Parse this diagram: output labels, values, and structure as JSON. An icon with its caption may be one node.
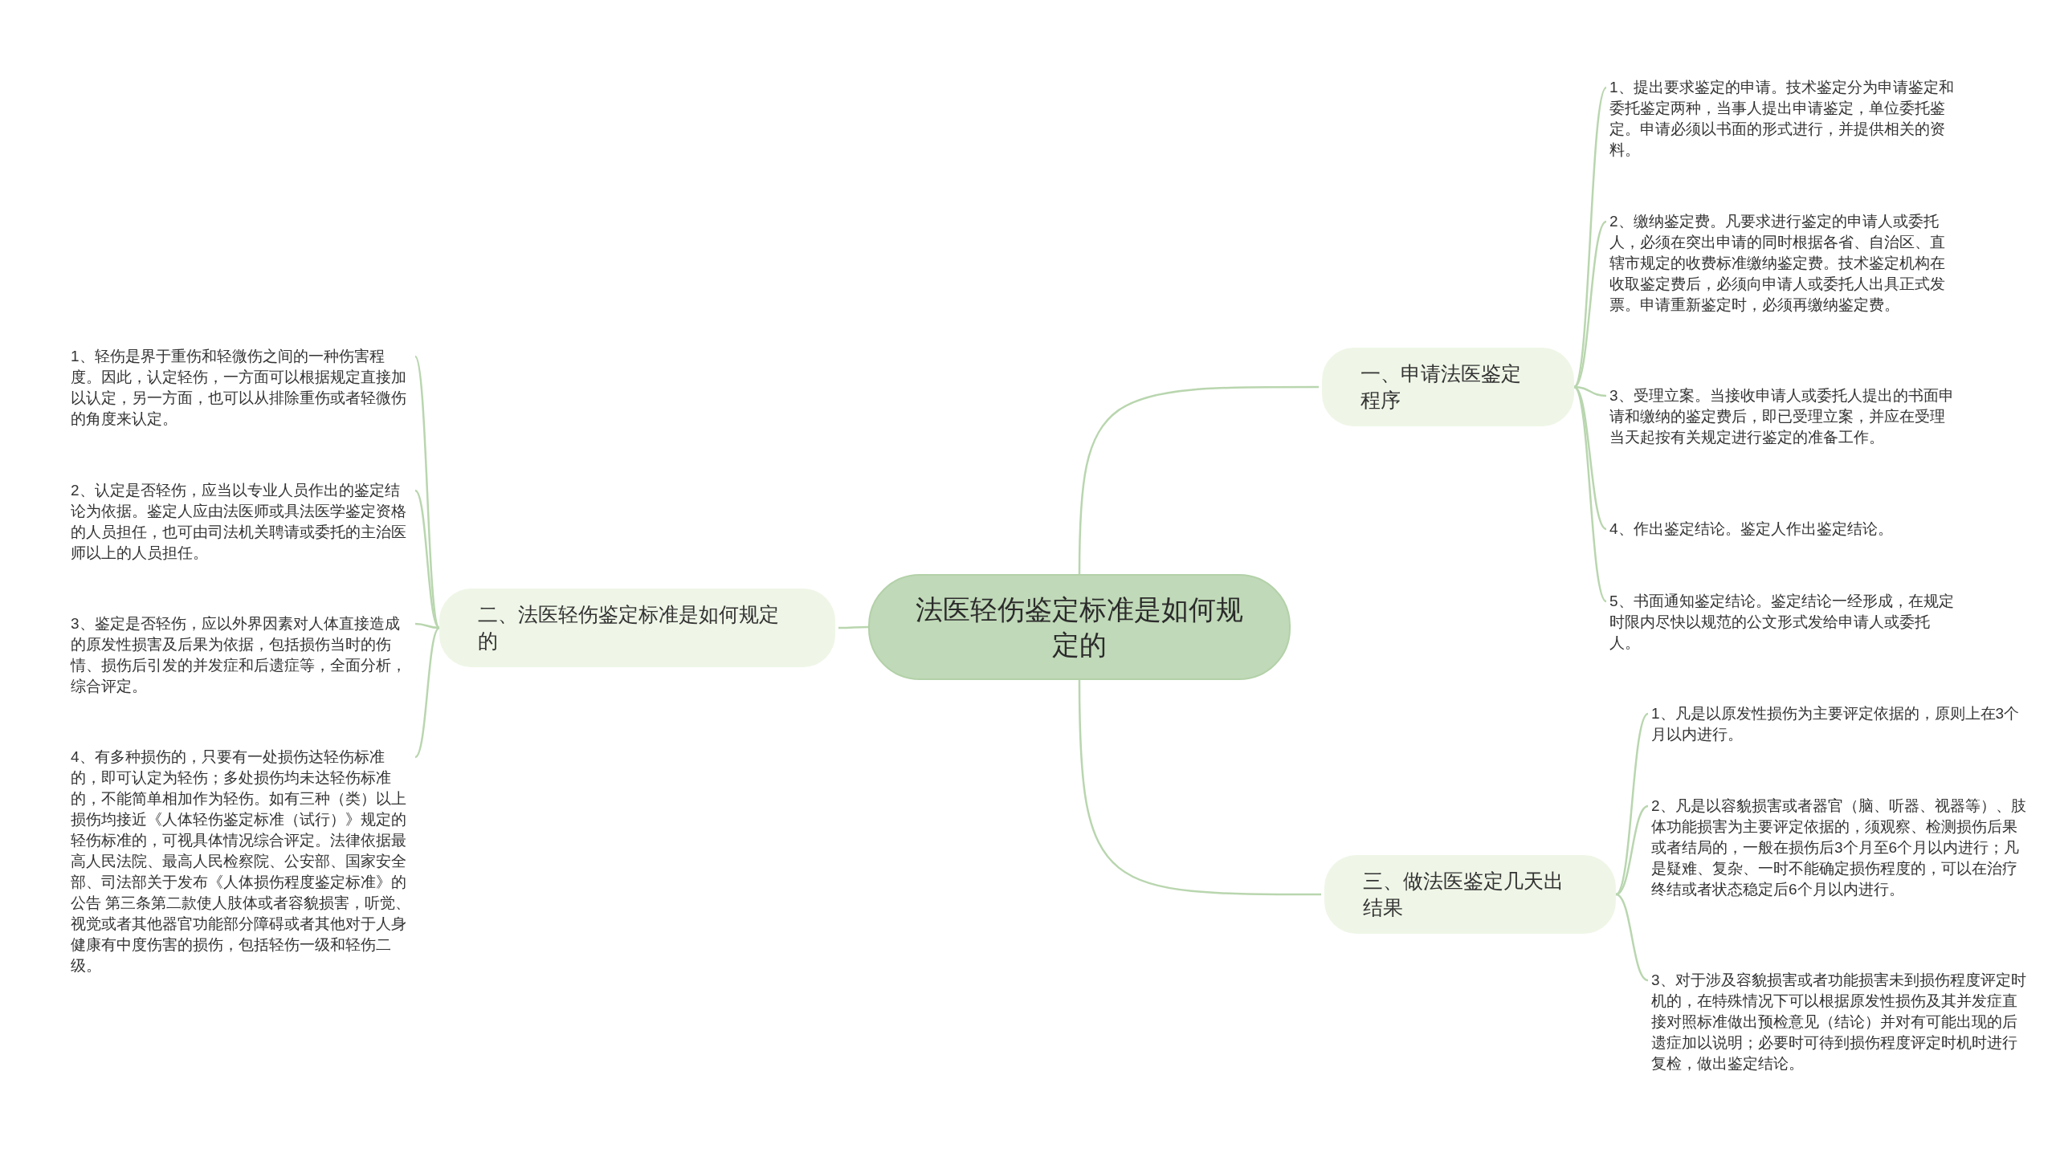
{
  "diagram": {
    "nodes": [
      {
        "text": [
          "法医轻伤鉴定标准是如何规定的"
        ]
      },
      {
        "text": [
          "一、申请法医鉴定程序"
        ]
      },
      {
        "text": [
          "1、提出要求鉴定的申请。技术鉴定分为申请鉴定和委托鉴定两种，当事人提出申请鉴定，单位委托鉴定。申请必须以书面的形式进行，并提供相关的资料。"
        ]
      },
      {
        "text": [
          "2、缴纳鉴定费。凡要求进行鉴定的申请人或委托人，必须在突出申请的同时根据各省、自治区、直辖市规定的收费标准缴纳鉴定费。技术鉴定机构在收取鉴定费后，必须向申请人或委托人出具正式发票。申请重新鉴定时，必须再缴纳鉴定费。"
        ]
      },
      {
        "text": [
          "3、受理立案。当接收申请人或委托人提出的书面申请和缴纳的鉴定费后，即已受理立案，并应在受理当天起按有关规定进行鉴定的准备工作。"
        ]
      },
      {
        "text": [
          "4、作出鉴定结论。鉴定人作出鉴定结论。"
        ]
      },
      {
        "text": [
          "5、书面通知鉴定结论。鉴定结论一经形成，在规定时限内尽快以规范的公文形式发给申请人或委托人。"
        ]
      },
      {
        "text": [
          "二、法医轻伤鉴定标准是如何规定的"
        ]
      },
      {
        "text": [
          "1、轻伤是界于重伤和轻微伤之间的一种伤害程度。因此，认定轻伤，一方面可以根据规定直接加以认定，另一方面，也可以从排除重伤或者轻微伤的角度来认定。"
        ]
      },
      {
        "text": [
          "2、认定是否轻伤，应当以专业人员作出的鉴定结论为依据。鉴定人应由法医师或具法医学鉴定资格的人员担任，也可由司法机关聘请或委托的主治医师以上的人员担任。"
        ]
      },
      {
        "text": [
          "3、鉴定是否轻伤，应以外界因素对人体直接造成的原发性损害及后果为依据，包括损伤当时的伤情、损伤后引发的并发症和后遗症等，全面分析，综合评定。"
        ]
      },
      {
        "text": [
          "4、有多种损伤的，只要有一处损伤达轻伤标准的，即可认定为轻伤；多处损伤均未达轻伤标准的，不能简单相加作为轻伤。如有三种（类）以上损伤均接近《人体轻伤鉴定标准（试行）》规定的轻伤标准的，可视具体情况综合评定。法律依据最高人民法院、最高人民检察院、公安部、国家安全部、司法部关于发布《人体损伤程度鉴定标准》的公告 第三条第二款使人肢体或者容貌损害，听觉、视觉或者其他器官功能部分障碍或者其他对于人身健康有中度伤害的损伤，包括轻伤一级和轻伤二级。"
        ]
      },
      {
        "text": [
          "三、做法医鉴定几天出结果"
        ]
      },
      {
        "text": [
          "1、凡是以原发性损伤为主要评定依据的，原则上在3个月以内进行。"
        ]
      },
      {
        "text": [
          "2、凡是以容貌损害或者器官（脑、听器、视器等）、肢体功能损害为主要评定依据的，须观察、检测损伤后果或者结局的，一般在损伤后3个月至6个月以内进行；凡是疑难、复杂、一时不能确定损伤程度的，可以在治疗终结或者状态稳定后6个月以内进行。"
        ]
      },
      {
        "text": [
          "3、对于涉及容貌损害或者功能损害未到损伤程度评定时机的，在特殊情况下可以根据原发性损伤及其并发症直接对照标准做出预检意见（结论）并对有可能出现的后遗症加以说明；必要时可待到损伤程度评定时机时进行复检，做出鉴定结论。"
        ]
      }
    ],
    "edges": [
      {
        "from": 0,
        "to": 1,
        "arrow": "none"
      },
      {
        "from": 1,
        "to": 2,
        "arrow": "none"
      },
      {
        "from": 1,
        "to": 3,
        "arrow": "none"
      },
      {
        "from": 1,
        "to": 4,
        "arrow": "none"
      },
      {
        "from": 1,
        "to": 5,
        "arrow": "none"
      },
      {
        "from": 1,
        "to": 6,
        "arrow": "none"
      },
      {
        "from": 0,
        "to": 7,
        "arrow": "none"
      },
      {
        "from": 7,
        "to": 8,
        "arrow": "none"
      },
      {
        "from": 7,
        "to": 9,
        "arrow": "none"
      },
      {
        "from": 7,
        "to": 10,
        "arrow": "none"
      },
      {
        "from": 7,
        "to": 11,
        "arrow": "none"
      },
      {
        "from": 0,
        "to": 12,
        "arrow": "none"
      },
      {
        "from": 12,
        "to": 13,
        "arrow": "none"
      },
      {
        "from": 12,
        "to": 14,
        "arrow": "none"
      },
      {
        "from": 12,
        "to": 15,
        "arrow": "none"
      }
    ]
  }
}
